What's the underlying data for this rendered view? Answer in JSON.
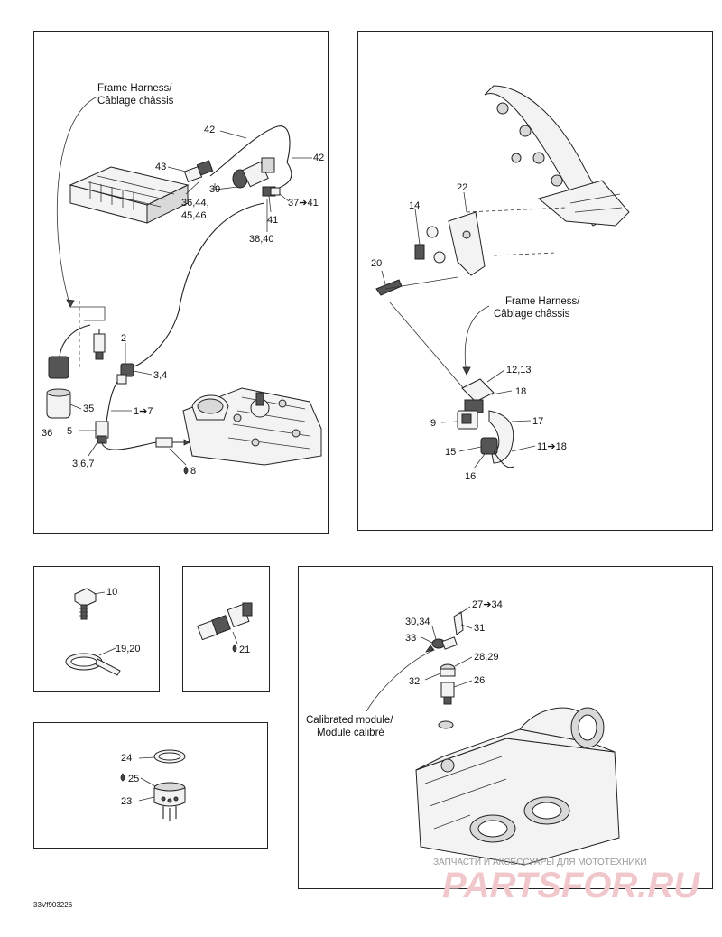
{
  "figure": {
    "reference_code": "33Vf903226"
  },
  "panels": {
    "top_left": {
      "captions": [
        "Frame Harness/",
        "Câblage châssis"
      ],
      "callouts": {
        "c42a": "42",
        "c43": "43",
        "c42b": "42",
        "c39": "39",
        "c36_44": "36,44,",
        "c45_46": "45,46",
        "c37_41": "37➔41",
        "c41": "41",
        "c38_40": "38,40",
        "c2": "2",
        "c3_4": "3,4",
        "c35": "35",
        "c36": "36",
        "c1_7": "1➔7",
        "c5": "5",
        "c3_6_7": "3,6,7",
        "c8": "8"
      }
    },
    "top_right": {
      "captions": [
        "Frame Harness/",
        "Câblage châssis"
      ],
      "callouts": {
        "c22": "22",
        "c14": "14",
        "c20": "20",
        "c12_13": "12,13",
        "c18": "18",
        "c9": "9",
        "c17": "17",
        "c15": "15",
        "c11_18": "11➔18",
        "c16": "16"
      }
    },
    "mid_left": {
      "callouts": {
        "c10": "10",
        "c19_20": "19,20"
      }
    },
    "mid_small": {
      "callouts": {
        "c21": "21"
      }
    },
    "bottom_left": {
      "callouts": {
        "c24": "24",
        "c25": "25",
        "c23": "23"
      }
    },
    "bottom_right": {
      "captions": [
        "Calibrated module/",
        "Module calibré"
      ],
      "callouts": {
        "c27_34": "27➔34",
        "c30_34": "30,34",
        "c31": "31",
        "c33": "33",
        "c28_29": "28,29",
        "c32": "32",
        "c26": "26"
      }
    }
  },
  "watermark": {
    "text": "ЗАПЧАСТИ И АКСЕССУАРЫ ДЛЯ МОТОТЕХНИКИ",
    "logo": "PARTSFOR.RU"
  },
  "colors": {
    "line": "#222222",
    "watermark_logo": "#f0c8cc",
    "watermark_text": "#9a9a9a"
  }
}
